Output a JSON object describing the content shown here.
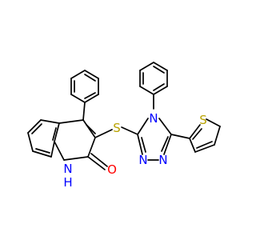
{
  "colors": {
    "bond": "#000000",
    "nitrogen": "#0000ff",
    "oxygen": "#ff0000",
    "sulfur": "#b8a200",
    "background": "#ffffff"
  },
  "atom_labels": {
    "sulfur_bridge": "S",
    "sulfur_thiophene": "S",
    "nitrogen_phenyl": "N",
    "nitrogen_triazole_a": "N",
    "nitrogen_triazole_b": "N",
    "oxygen": "O",
    "nh_n": "N",
    "nh_h": "H"
  }
}
